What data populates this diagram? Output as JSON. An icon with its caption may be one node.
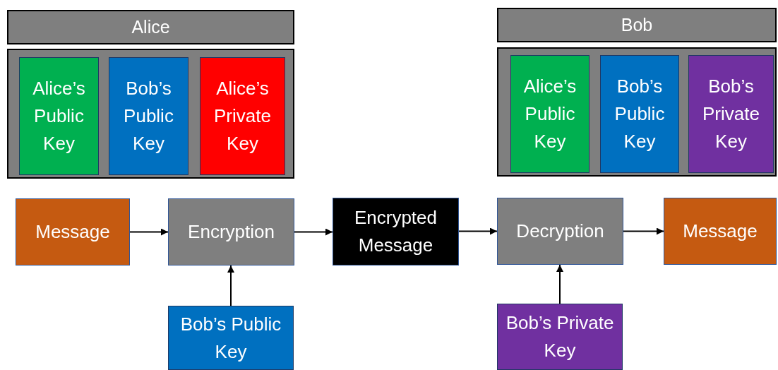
{
  "diagram": {
    "nodes": [
      {
        "text": [
          "Alice"
        ]
      },
      {
        "text": [],
        "shape": "box"
      },
      {
        "text": [
          "Alice’s Public Key"
        ],
        "in": 1
      },
      {
        "text": [
          "Bob’s Public Key"
        ],
        "in": 1
      },
      {
        "text": [
          "Alice’s Private Key"
        ],
        "in": 1
      },
      {
        "text": [
          "Bob"
        ]
      },
      {
        "text": [],
        "shape": "box"
      },
      {
        "text": [
          "Alice’s Public Key"
        ],
        "in": 6
      },
      {
        "text": [
          "Bob’s Public Key"
        ],
        "in": 6
      },
      {
        "text": [
          "Bob’s Private Key"
        ],
        "in": 6
      },
      {
        "text": [
          "Message"
        ]
      },
      {
        "text": [
          "Encryption"
        ]
      },
      {
        "text": [
          "Encrypted Message"
        ]
      },
      {
        "text": [
          "Decryption"
        ]
      },
      {
        "text": [
          "Message"
        ]
      },
      {
        "text": [
          "Bob’s Public Key"
        ]
      },
      {
        "text": [
          "Bob’s Private Key"
        ]
      }
    ],
    "edges": [
      {
        "from": 10,
        "to": 11,
        "arrow": "to"
      },
      {
        "from": 11,
        "to": 12,
        "arrow": "to"
      },
      {
        "from": 12,
        "to": 13,
        "arrow": "to"
      },
      {
        "from": 13,
        "to": 14,
        "arrow": "to"
      },
      {
        "from": 15,
        "to": 11,
        "arrow": "to"
      },
      {
        "from": 16,
        "to": 13,
        "arrow": "to"
      }
    ]
  }
}
